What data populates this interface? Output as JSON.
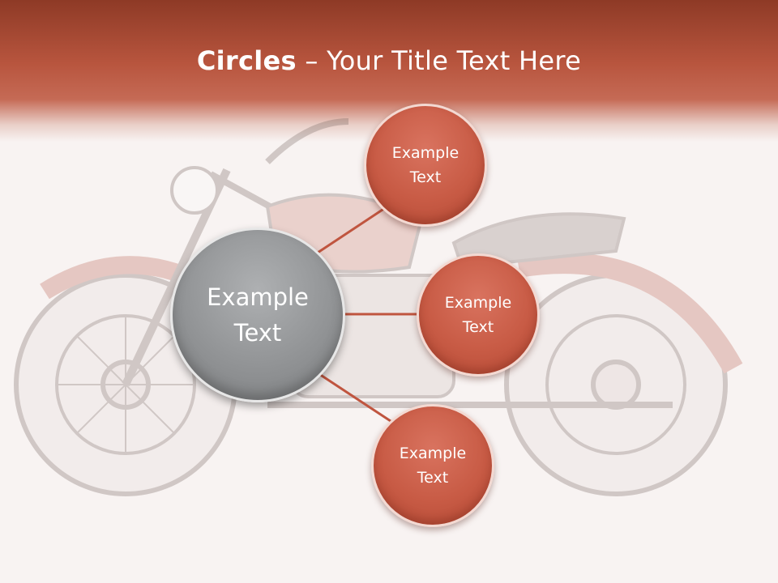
{
  "slide": {
    "title_bold": "Circles",
    "title_rest": " – Your Title Text Here"
  },
  "center": {
    "line1": "Example",
    "line2": "Text"
  },
  "nodes": [
    {
      "line1": "Example",
      "line2": "Text"
    },
    {
      "line1": "Example",
      "line2": "Text"
    },
    {
      "line1": "Example",
      "line2": "Text"
    }
  ],
  "colors": {
    "header": "#b8553e",
    "node_fill": "#c85b45",
    "center_fill": "#8f9193",
    "connector": "#c0553f"
  }
}
